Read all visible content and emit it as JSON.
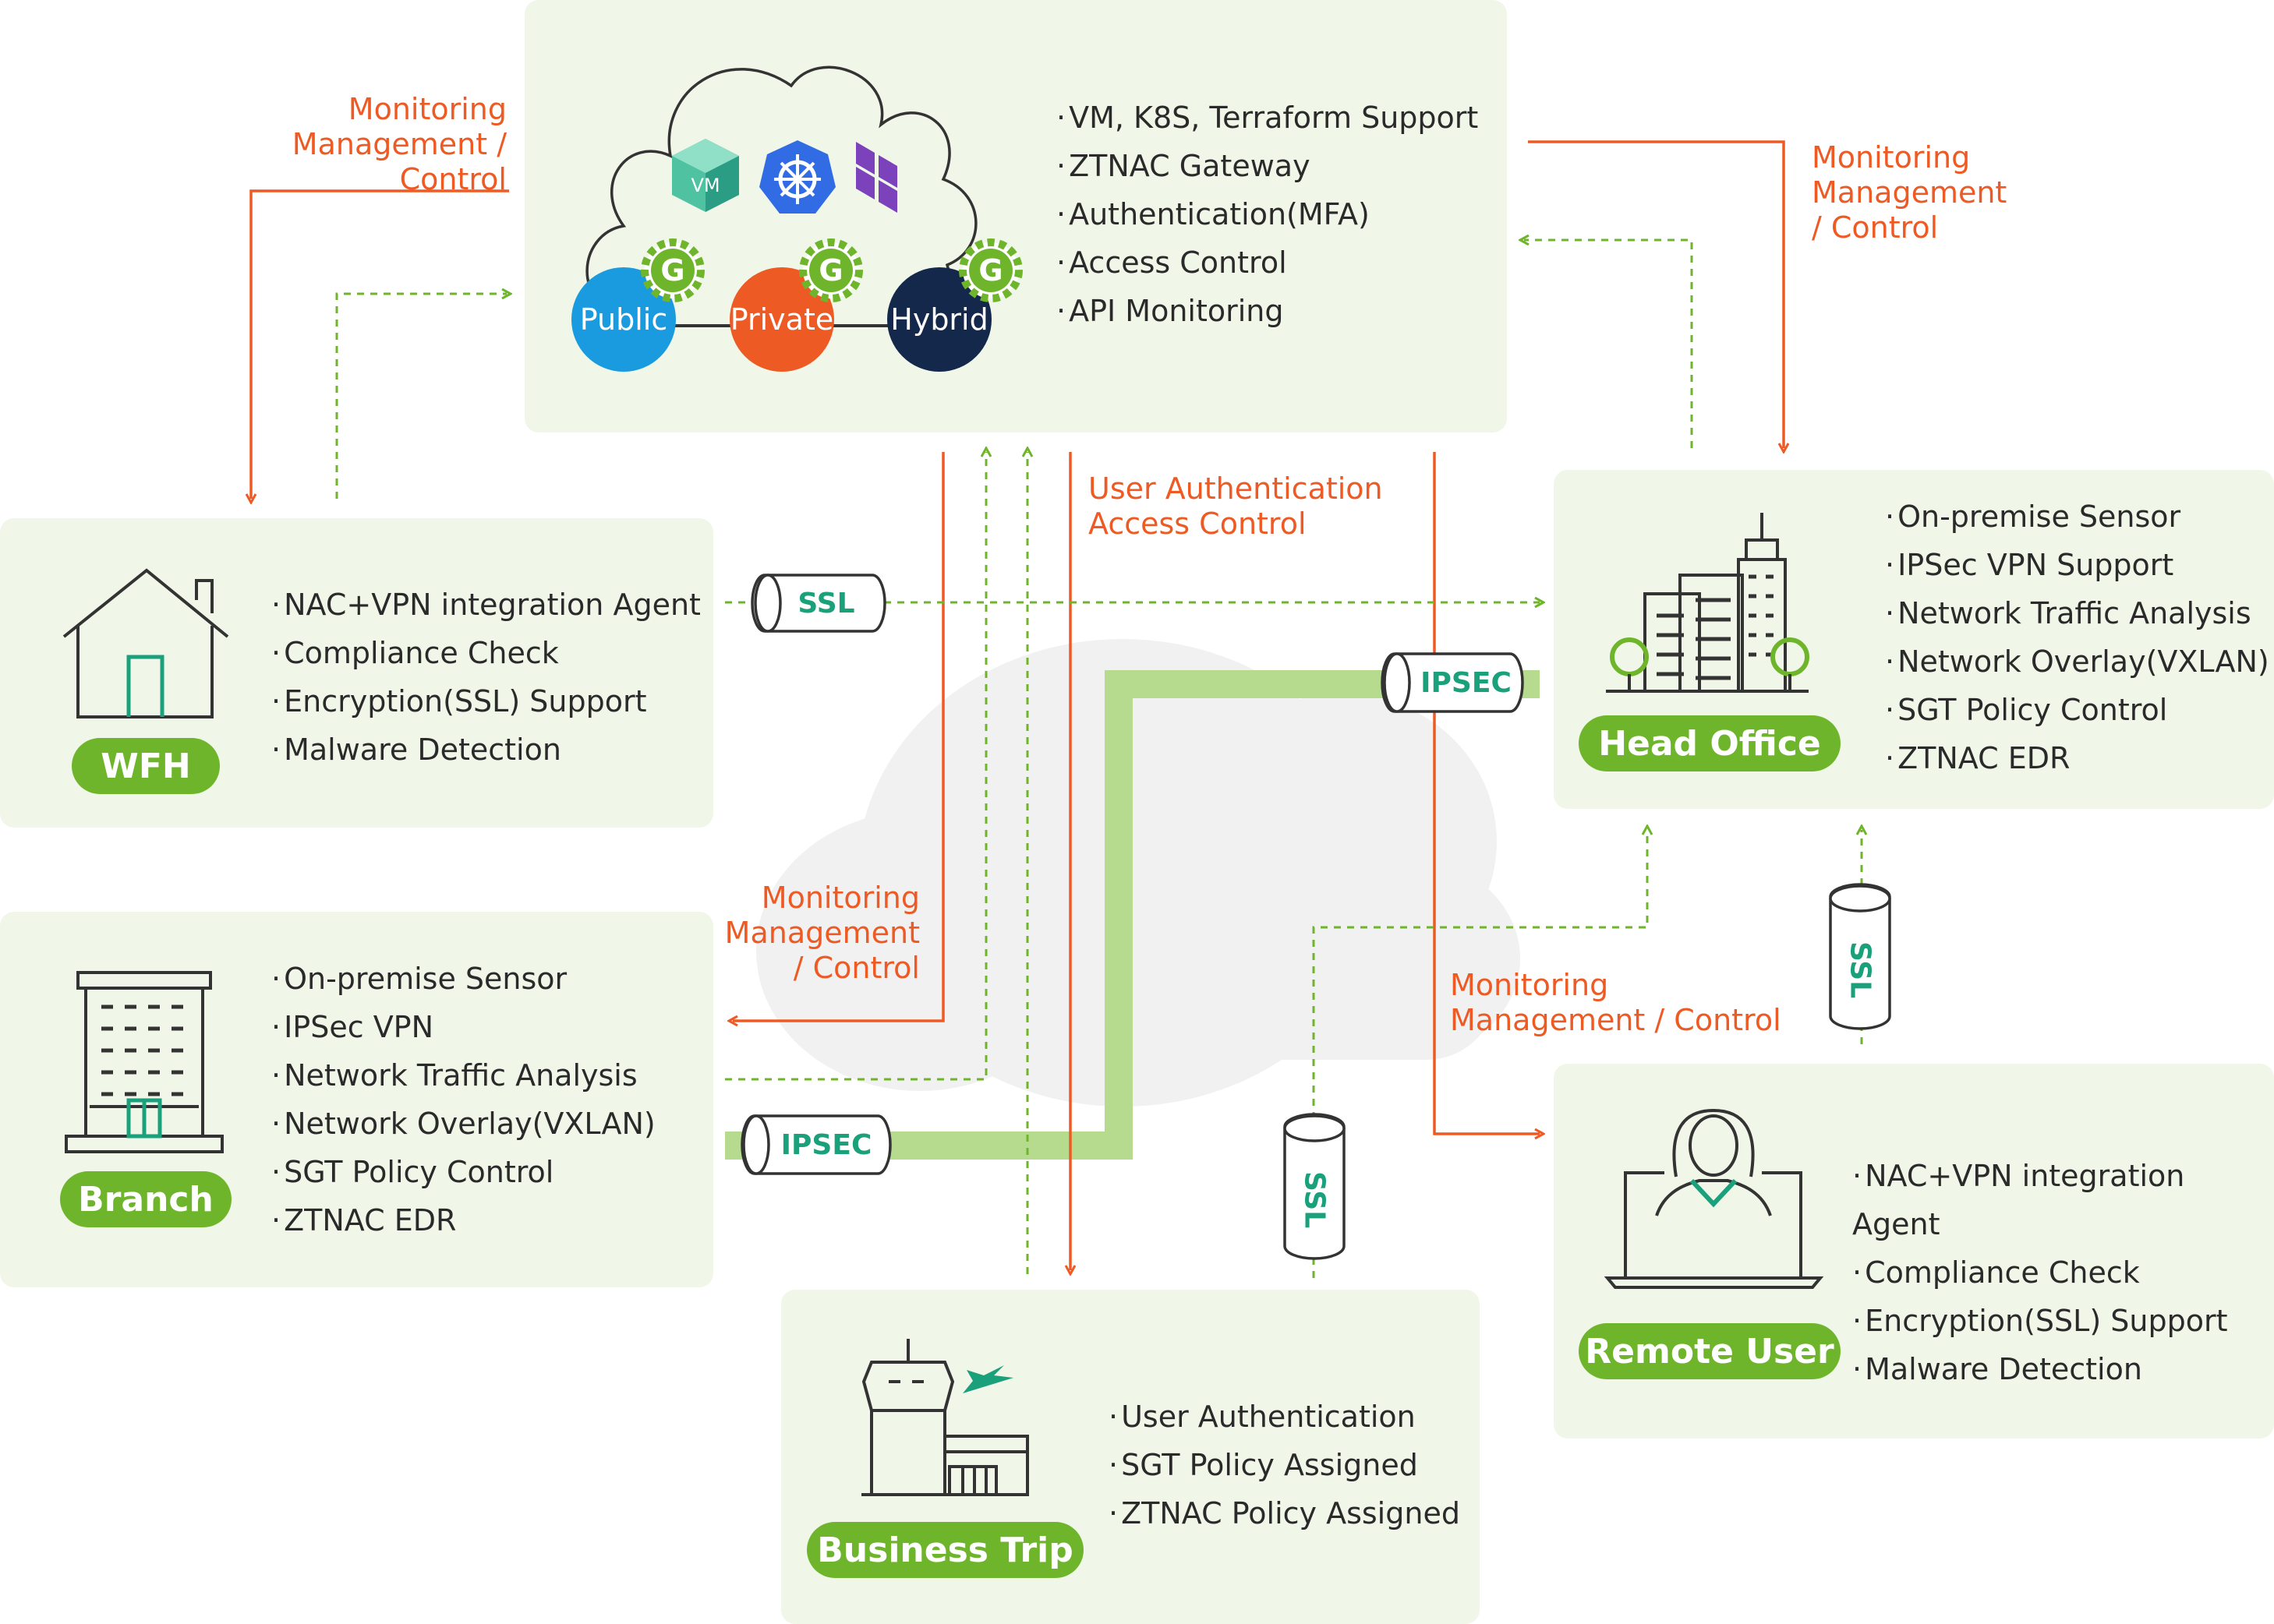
{
  "cloud": {
    "features": [
      "VM, K8S, Terraform Support",
      "ZTNAC Gateway",
      "Authentication(MFA)",
      "Access Control",
      "API Monitoring"
    ],
    "nodes": [
      {
        "label": "Public",
        "color": "#1a9be0"
      },
      {
        "label": "Private",
        "color": "#ee5a24"
      },
      {
        "label": "Hybrid",
        "color": "#14284b"
      }
    ],
    "gateway_badge": "G",
    "vm_badge": "VM"
  },
  "wfh": {
    "title": "WFH",
    "features": [
      "NAC+VPN integration Agent",
      "Compliance Check",
      "Encryption(SSL) Support",
      "Malware Detection"
    ]
  },
  "branch": {
    "title": "Branch",
    "features": [
      "On-premise Sensor",
      "IPSec VPN",
      "Network Traffic Analysis",
      "Network Overlay(VXLAN)",
      "SGT Policy Control",
      "ZTNAC EDR"
    ]
  },
  "head_office": {
    "title": "Head Office",
    "features": [
      "On-premise Sensor",
      "IPSec VPN Support",
      "Network Traffic Analysis",
      "Network Overlay(VXLAN)",
      "SGT Policy Control",
      "ZTNAC EDR"
    ]
  },
  "remote_user": {
    "title": "Remote User",
    "features": [
      "NAC+VPN integration Agent",
      "Compliance Check",
      "Encryption(SSL) Support",
      "Malware Detection"
    ]
  },
  "business_trip": {
    "title": "Business Trip",
    "features": [
      "User Authentication",
      "SGT Policy Assigned",
      "ZTNAC Policy Assigned"
    ]
  },
  "annotations": {
    "top_left": [
      "Monitoring",
      "Management / Control"
    ],
    "top_right": [
      "Monitoring",
      "Management",
      "/ Control"
    ],
    "center": [
      "User Authentication",
      "Access Control"
    ],
    "branch": [
      "Monitoring",
      "Management",
      "/ Control"
    ],
    "remote": [
      "Monitoring",
      "Management / Control"
    ]
  },
  "tunnels": {
    "wfh_ssl": "SSL",
    "head_ipsec": "IPSEC",
    "branch_ipsec": "IPSEC",
    "remote_ssl": "SSL",
    "trip_ssl": "SSL"
  },
  "colors": {
    "accent_green": "#6fb52c",
    "orange": "#ee5a24",
    "teal": "#1aa07a",
    "panel": "#f0f6e8"
  }
}
